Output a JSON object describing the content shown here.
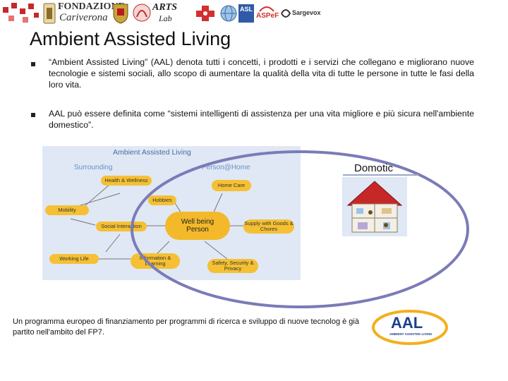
{
  "header": {
    "logo1_line1": "FONDAZIONE",
    "logo1_line2": "Cariverona",
    "logo2_line1": "ARTS",
    "logo2_line2": "Lab",
    "logo3": "ASL",
    "logo4": "ASPeF",
    "logo5": "Sargevox"
  },
  "title": "Ambient Assisted Living",
  "bullets": [
    "“Ambient Assisted Living” (AAL) denota tutti i concetti, i prodotti e i servizi che collegano e migliorano nuove tecnologie e sistemi sociali, allo scopo di aumentare la qualità della vita di tutte le persone in tutte le fasi della loro vita.",
    "AAL può essere definita come “sistemi intelligenti di assistenza per una vita migliore e più sicura nell'ambiente domestico”."
  ],
  "diagram": {
    "title": "Ambient Assisted Living",
    "left_label": "Surrounding",
    "right_label": "Person@Home",
    "center": "Well being Person",
    "nodes": {
      "health": "Health & Wellness",
      "hobbies": "Hobbies",
      "mobility": "Mobility",
      "social": "Social Interaction",
      "working": "Working Life",
      "information": "Information & Learning",
      "homecare": "Home Care",
      "supply": "Supply with Goods & Chores",
      "safety": "Safety, Security & Privacy"
    },
    "colors": {
      "node": "#f5c033",
      "center": "#f3b92b",
      "panel": "#dfe8f4",
      "ellipse": "#7b7bb8"
    }
  },
  "domotic": {
    "label": "Domotic"
  },
  "footer": {
    "text": "Un programma europeo di finanziamento per programmi di ricerca e sviluppo di nuove tecnolog è già partito nell'ambito del FP7."
  },
  "aal_logo": {
    "text": "AAL",
    "subtitle": "AMBIENT ASSISTED LIVING"
  }
}
